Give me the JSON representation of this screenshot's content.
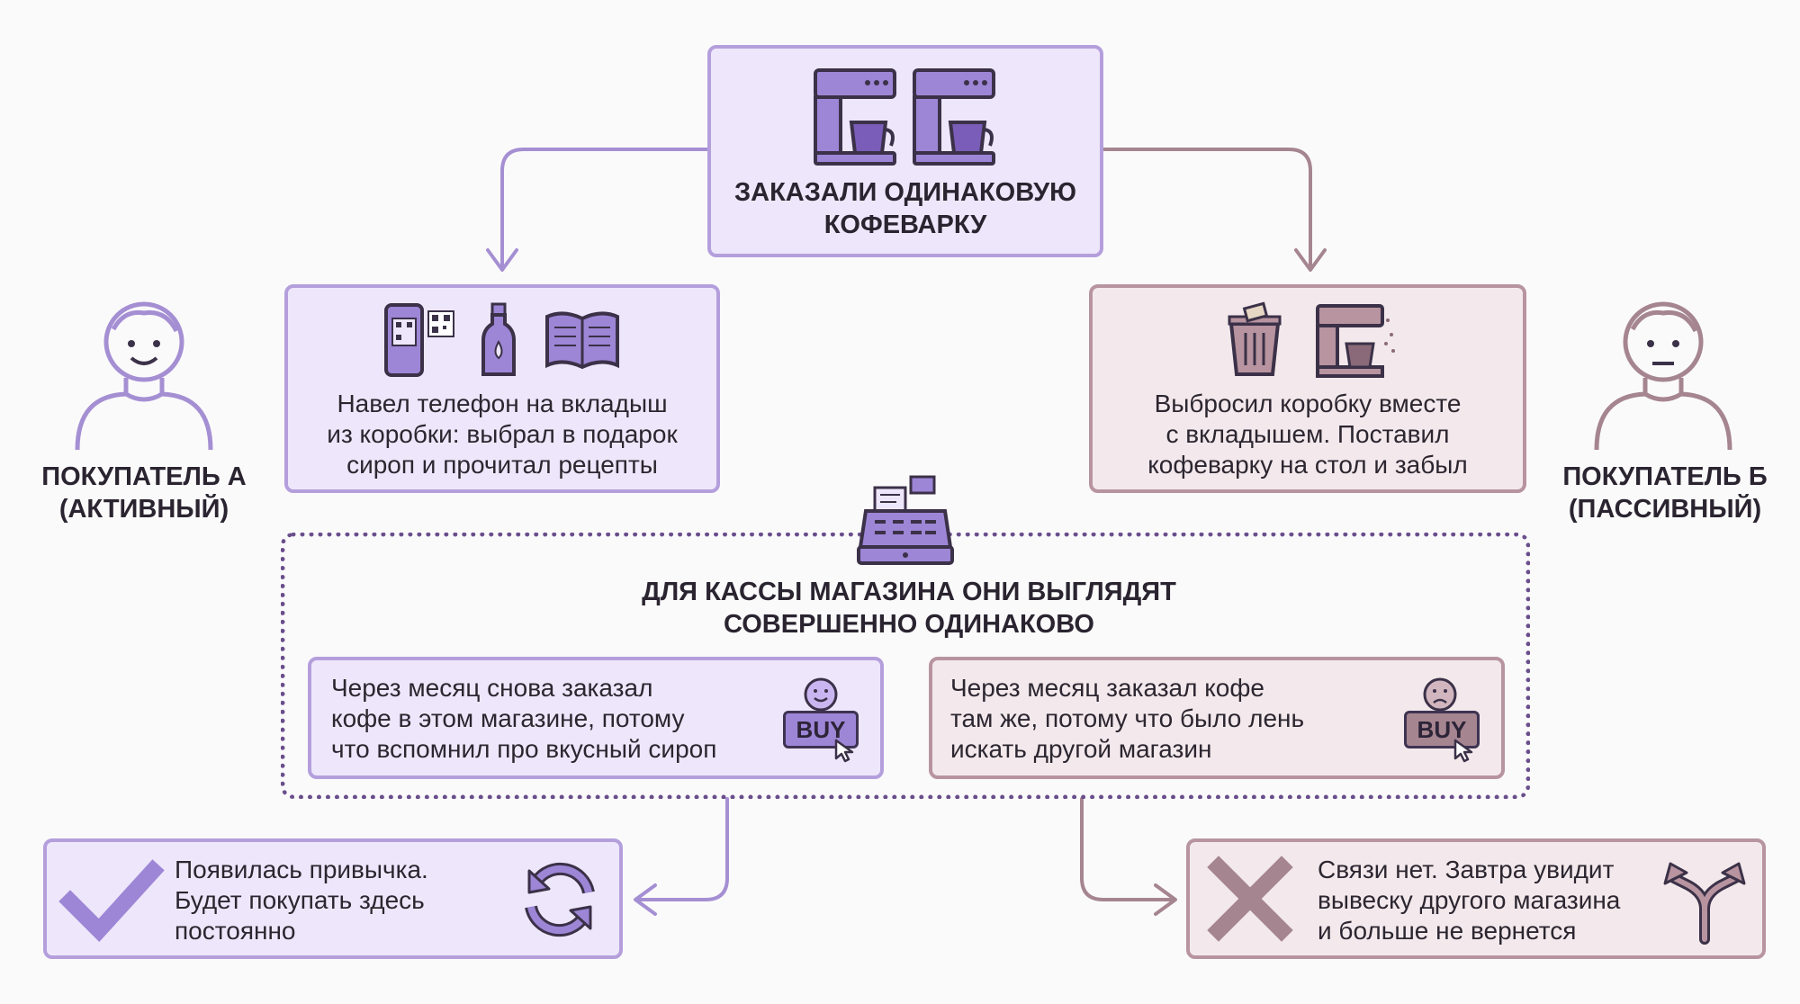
{
  "top": {
    "title": "ЗАКАЗАЛИ ОДИНАКОВУЮ КОФЕВАРКУ",
    "icon_coffee": "coffee-machine-icon"
  },
  "customer_a": {
    "label_line1": "ПОКУПАТЕЛЬ А",
    "label_line2": "(АКТИВНЫЙ)",
    "face": "smiling-person-icon"
  },
  "customer_b": {
    "label_line1": "ПОКУПАТЕЛЬ Б",
    "label_line2": "(ПАССИВНЫЙ)",
    "face": "neutral-person-icon"
  },
  "left_box": {
    "line1": "Навел телефон на вкладыш",
    "line2": "из коробки: выбрал в подарок",
    "line3": "сироп и прочитал рецепты",
    "icons": [
      "phone-qr-icon",
      "syrup-bottle-icon",
      "open-book-icon"
    ]
  },
  "right_box": {
    "line1": "Выбросил коробку вместе",
    "line2": "с вкладышем. Поставил",
    "line3": "кофеварку на стол и забыл",
    "icons": [
      "trash-can-icon",
      "dusty-coffee-machine-icon"
    ]
  },
  "register": {
    "icon": "cash-register-icon",
    "title_line1": "ДЛЯ КАССЫ МАГАЗИНА ОНИ ВЫГЛЯДЯТ",
    "title_line2": "СОВЕРШЕННО ОДИНАКОВО"
  },
  "repeat_a": {
    "line1": "Через месяц снова заказал",
    "line2": "кофе в этом магазине, потому",
    "line3": "что вспомнил про вкусный сироп",
    "badge": "BUY"
  },
  "repeat_b": {
    "line1": "Через месяц заказал кофе",
    "line2": "там же, потому что было лень",
    "line3": "искать другой магазин",
    "badge": "BUY"
  },
  "result_a": {
    "line1": "Появилась привычка.",
    "line2": "Будет покупать здесь",
    "line3": "постоянно",
    "icons": [
      "checkmark-icon",
      "refresh-cycle-icon"
    ]
  },
  "result_b": {
    "line1": "Связи нет. Завтра увидит",
    "line2": "вывеску другого магазина",
    "line3": "и больше не вернется",
    "icons": [
      "cross-icon",
      "split-arrows-icon"
    ]
  },
  "colors": {
    "purple_fill": "#eee7fb",
    "purple_border": "#b49fdc",
    "mauve_fill": "#f3e9ec",
    "mauve_border": "#b7949f",
    "register_border": "#6a4e8c"
  }
}
